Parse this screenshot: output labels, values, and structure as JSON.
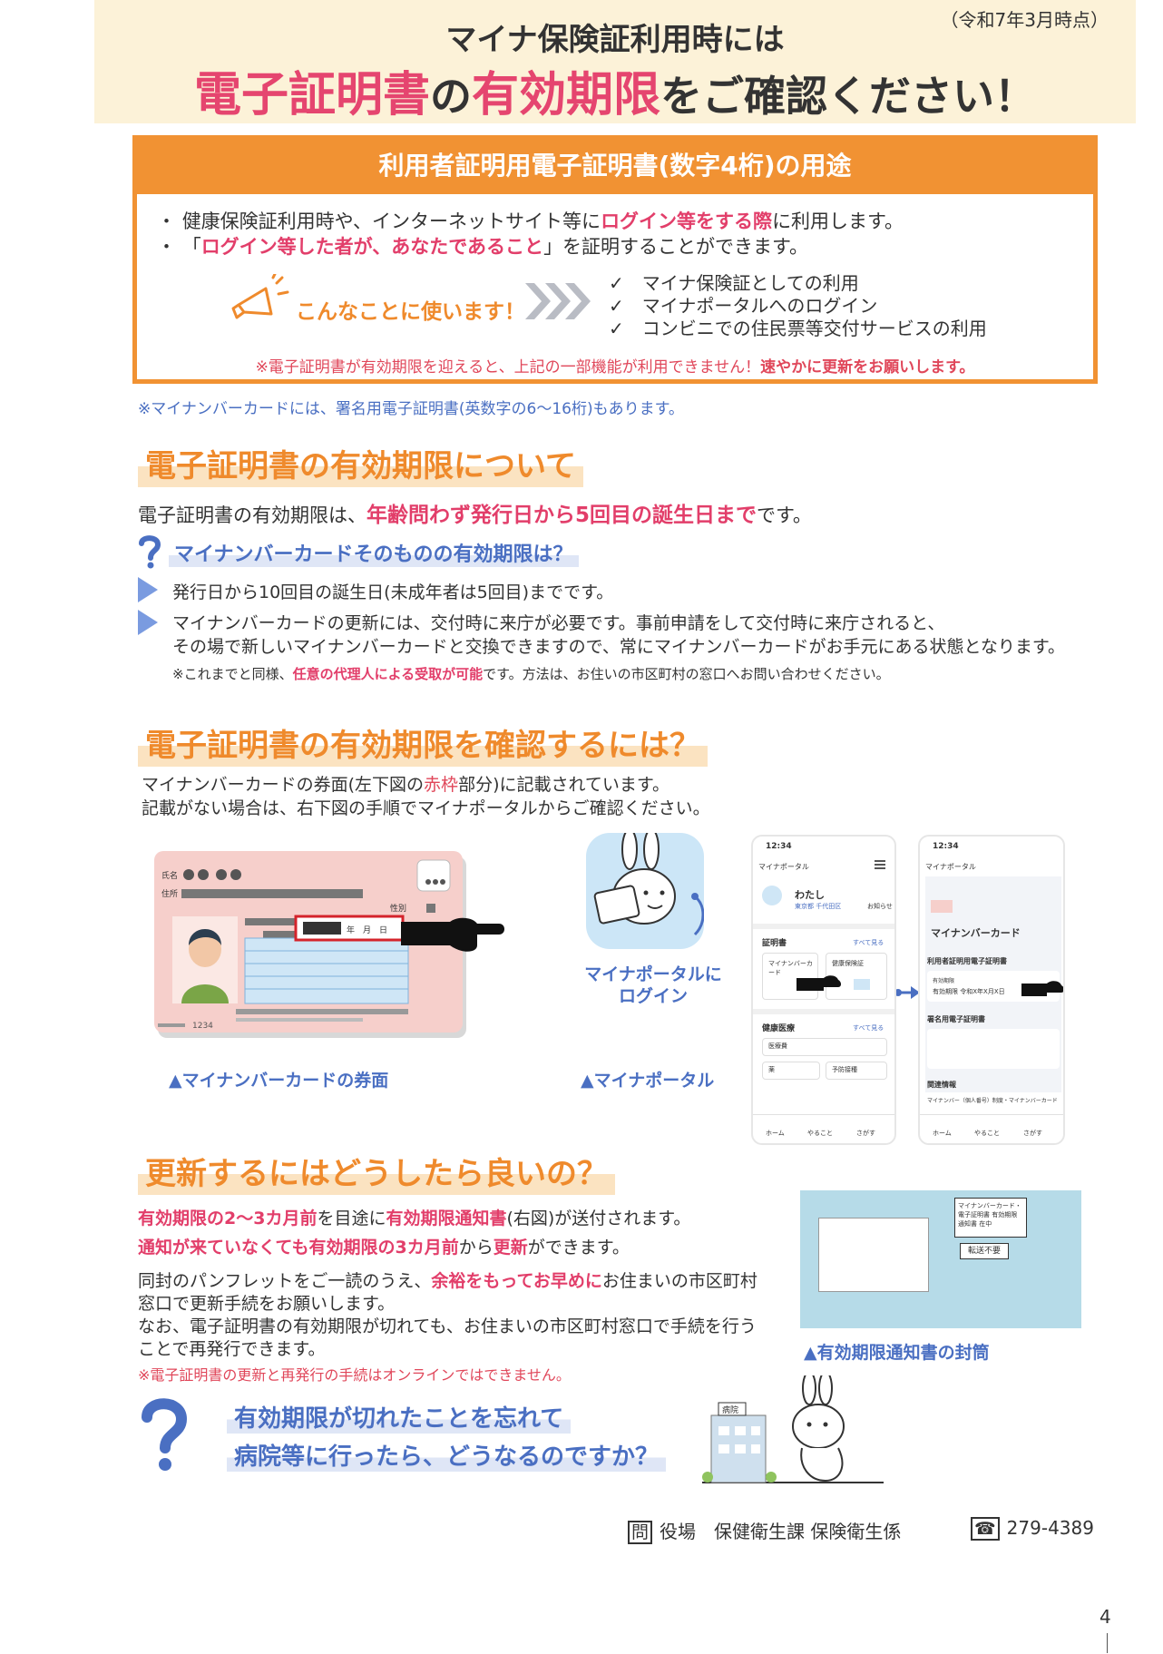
{
  "header": {
    "date_note": "（令和7年3月時点）",
    "line1": "マイナ保険証利用時には",
    "line2_a": "電子証明書",
    "line2_b": "の",
    "line2_c": "有効期限",
    "line2_d": "をご確認ください！"
  },
  "usage_box": {
    "title": "利用者証明用電子証明書(数字4桁)の用途",
    "b1_a": "健康保険証利用時や、インターネットサイト等に",
    "b1_b": "ログイン等をする際",
    "b1_c": "に利用します。",
    "b2_a": "「",
    "b2_b": "ログイン等した者が、あなたであること",
    "b2_c": "」を証明することができます。",
    "use_label": "こんなことに使います！",
    "uses": [
      "マイナ保険証としての利用",
      "マイナポータルへのログイン",
      "コンビニでの住民票等交付サービスの利用"
    ],
    "warn_a": "※電子証明書が有効期限を迎えると、上記の一部機能が利用できません！",
    "warn_b": "速やかに更新をお願いします。"
  },
  "note_sign": "※マイナンバーカードには、署名用電子証明書(英数字の6〜16桁)もあります。",
  "section1": {
    "heading": "電子証明書の有効期限について",
    "text_a": "電子証明書の有効期限は、",
    "text_b": "年齢問わず発行日から5回目の誕生日まで",
    "text_c": "です。",
    "q_head": "マイナンバーカードそのものの有効期限は？",
    "a1": "発行日から10回目の誕生日(未成年者は5回目)までです。",
    "a2_l1": "マイナンバーカードの更新には、交付時に来庁が必要です。事前申請をして交付時に来庁されると、",
    "a2_l2": "その場で新しいマイナンバーカードと交換できますので、常にマイナンバーカードがお手元にある状態となります。",
    "a3_a": "※これまでと同様、",
    "a3_b": "任意の代理人による受取が可能",
    "a3_c": "です。方法は、お住いの市区町村の窓口へお問い合わせください。"
  },
  "section2": {
    "heading": "電子証明書の有効期限を確認するには？",
    "l1_a": "マイナンバーカードの券面(左下図の",
    "l1_b": "赤枠",
    "l1_c": "部分)に記載されています。",
    "l2": "記載がない場合は、右下図の手順でマイナポータルからご確認ください。",
    "card_caption": "▲マイナンバーカードの券面",
    "login_label_1": "マイナポータルに",
    "login_label_2": "ログイン",
    "portal_caption": "▲マイナポータル",
    "card_texts": {
      "name": "氏名",
      "address": "住所",
      "sex": "性別",
      "date": "年　月　日",
      "number": "1234"
    },
    "phone1": {
      "time": "12:34",
      "title": "マイナポータル",
      "user": "わたし",
      "user_sub": "東京都 千代田区",
      "notice": "お知らせ",
      "sec_cert": "証明書",
      "see_all": "すべて見る",
      "item_card": "マイナンバーカード",
      "item_ins": "健康保険証",
      "sec_med": "健康医療",
      "see_all2": "すべて見る",
      "med1": "医療費",
      "med2": "薬",
      "med3": "予防接種",
      "nav_home": "ホーム",
      "nav_now": "やること",
      "nav_search": "さがす"
    },
    "phone2": {
      "time": "12:34",
      "title": "マイナポータル",
      "heading": "マイナンバーカード",
      "user_cert": "利用者証明用電子証明書",
      "exp_label": "有効期限",
      "exp_value": "有効期限 令和X年X月X日",
      "sign_cert": "署名用電子証明書",
      "related": "関連情報",
      "related_item": "マイナンバー（個人番号）制度・マイナンバーカード",
      "nav_home": "ホーム",
      "nav_now": "やること",
      "nav_search": "さがす"
    }
  },
  "section3": {
    "heading": "更新するにはどうしたら良いの？",
    "l1_a": "有効期限の2〜3カ月前",
    "l1_b": "を目途に",
    "l1_c": "有効期限通知書",
    "l1_d": "(右図)が送付されます。",
    "l2_a": "通知が来ていなくても有効期限の3カ月前",
    "l2_b": "から",
    "l2_c": "更新",
    "l2_d": "ができます。",
    "p_a": "同封のパンフレットをご一読のうえ、",
    "p_b": "余裕をもってお早めに",
    "p_c": "お住まいの市区町村窓口で更新手続をお願いします。",
    "p2": "なお、電子証明書の有効期限が切れても、お住まいの市区町村窓口で手続を行うことで再発行できます。",
    "note": "※電子証明書の更新と再発行の手続はオンラインではできません。",
    "env_caption": "▲有効期限通知書の封筒",
    "env_title": "マイナンバーカード・電子証明書 有効期限通知書 在中",
    "env_stamp": "転送不要",
    "faq1": "有効期限が切れたことを忘れて",
    "faq2": "病院等に行ったら、どうなるのですか？",
    "hospital_sign": "病院"
  },
  "contact": {
    "ask_char": "問",
    "office": "役場　保健衛生課 保険衛生係",
    "tel_char": "☎",
    "tel": "279-4389"
  },
  "page_number": "4"
}
